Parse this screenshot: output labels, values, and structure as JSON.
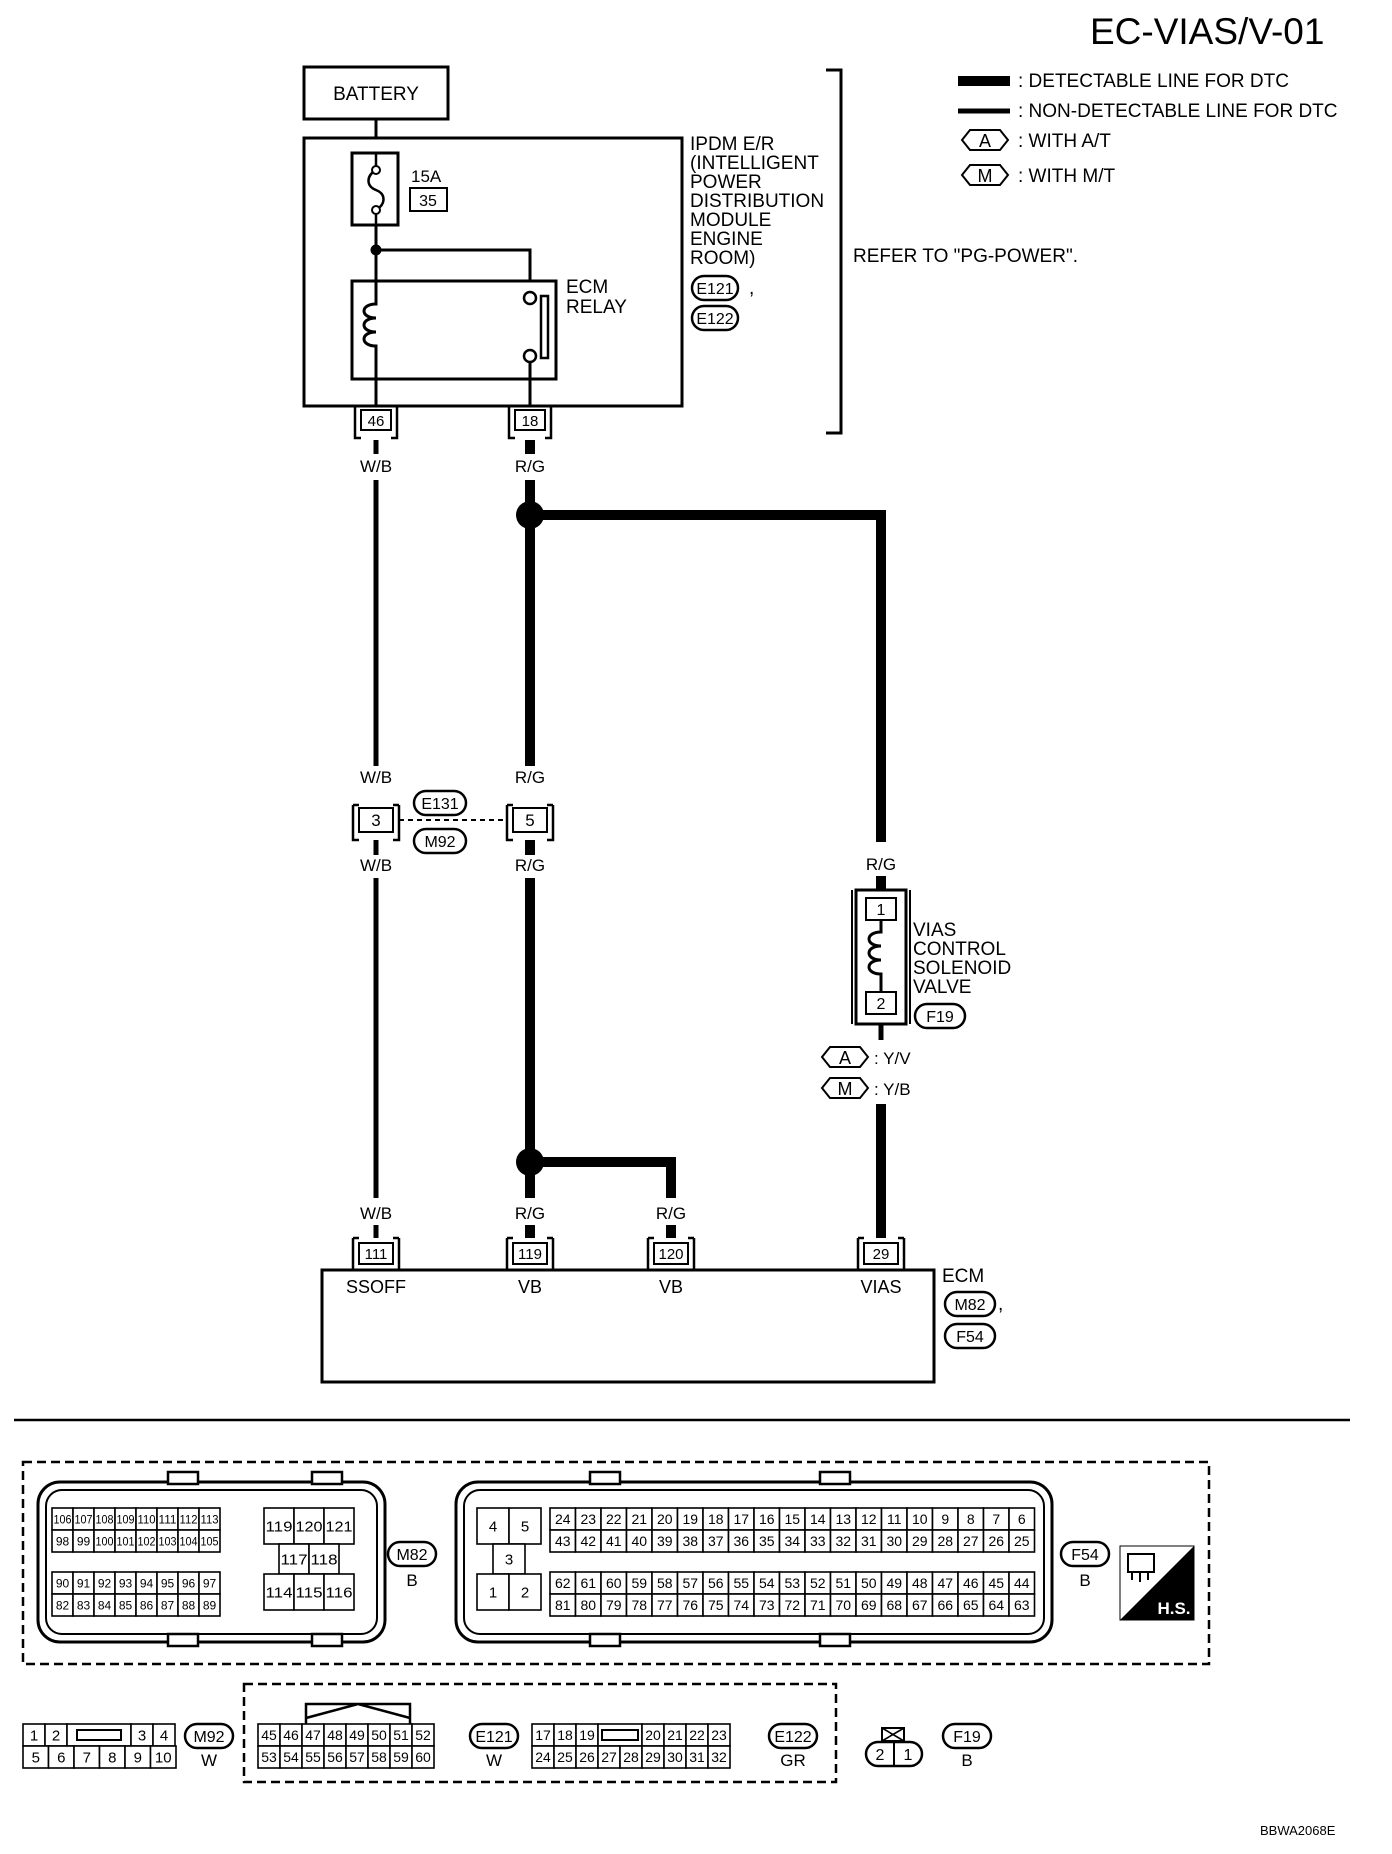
{
  "page_code": "EC-VIAS/V-01",
  "figure_id": "BBWA2068E",
  "legend": {
    "detectable": ": DETECTABLE LINE FOR DTC",
    "non_detectable": ": NON-DETECTABLE LINE FOR DTC",
    "at_symbol": "A",
    "at_label": ": WITH A/T",
    "mt_symbol": "M",
    "mt_label": ": WITH M/T"
  },
  "battery": "BATTERY",
  "fuse": {
    "amp": "15A",
    "num": "35"
  },
  "ipdm": {
    "lines": [
      "IPDM E/R",
      "(INTELLIGENT",
      "POWER",
      "DISTRIBUTION",
      "MODULE",
      "ENGINE",
      "ROOM)"
    ],
    "conn1": "E121",
    "comma": ",",
    "conn2": "E122"
  },
  "refer": "REFER TO \"PG-POWER\".",
  "ecm_relay": [
    "ECM",
    "RELAY"
  ],
  "ipdm_terminals": {
    "t46": "46",
    "t18": "18"
  },
  "wires": {
    "wb": "W/B",
    "rg": "R/G",
    "yv": ": Y/V",
    "yb": ": Y/B"
  },
  "joint": {
    "t3": "3",
    "t5": "5",
    "conn1": "E131",
    "conn2": "M92"
  },
  "vias_valve": {
    "lines": [
      "VIAS",
      "CONTROL",
      "SOLENOID",
      "VALVE"
    ],
    "t1": "1",
    "t2": "2",
    "conn": "F19"
  },
  "ecm": {
    "label": "ECM",
    "conn1": "M82",
    "comma": ",",
    "conn2": "F54",
    "terminals": [
      {
        "num": "111",
        "name": "SSOFF"
      },
      {
        "num": "119",
        "name": "VB"
      },
      {
        "num": "120",
        "name": "VB"
      },
      {
        "num": "29",
        "name": "VIAS"
      }
    ]
  },
  "connectors": {
    "m82": {
      "id": "M82",
      "color": "B",
      "rows_a": [
        [
          "106",
          "107",
          "108",
          "109",
          "110",
          "111",
          "112",
          "113"
        ],
        [
          "98",
          "99",
          "100",
          "101",
          "102",
          "103",
          "104",
          "105"
        ]
      ],
      "rows_b": [
        [
          "90",
          "91",
          "92",
          "93",
          "94",
          "95",
          "96",
          "97"
        ],
        [
          "82",
          "83",
          "84",
          "85",
          "86",
          "87",
          "88",
          "89"
        ]
      ],
      "mid_top": [
        "119",
        "120",
        "121"
      ],
      "mid_center": [
        "117",
        "118"
      ],
      "mid_bottom": [
        "114",
        "115",
        "116"
      ]
    },
    "f54": {
      "id": "F54",
      "color": "B",
      "left": [
        "4",
        "5",
        "3",
        "1",
        "2"
      ],
      "rows": [
        [
          "24",
          "23",
          "22",
          "21",
          "20",
          "19",
          "18",
          "17",
          "16",
          "15",
          "14",
          "13",
          "12",
          "11",
          "10",
          "9",
          "8",
          "7",
          "6"
        ],
        [
          "43",
          "42",
          "41",
          "40",
          "39",
          "38",
          "37",
          "36",
          "35",
          "34",
          "33",
          "32",
          "31",
          "30",
          "29",
          "28",
          "27",
          "26",
          "25"
        ],
        [
          "62",
          "61",
          "60",
          "59",
          "58",
          "57",
          "56",
          "55",
          "54",
          "53",
          "52",
          "51",
          "50",
          "49",
          "48",
          "47",
          "46",
          "45",
          "44"
        ],
        [
          "81",
          "80",
          "79",
          "78",
          "77",
          "76",
          "75",
          "74",
          "73",
          "72",
          "71",
          "70",
          "69",
          "68",
          "67",
          "66",
          "65",
          "64",
          "63"
        ]
      ]
    },
    "hs_label": "H.S.",
    "m92": {
      "id": "M92",
      "color": "W",
      "top": [
        "1",
        "2",
        "3",
        "4"
      ],
      "bottom": [
        "5",
        "6",
        "7",
        "8",
        "9",
        "10"
      ]
    },
    "e121": {
      "id": "E121",
      "color": "W",
      "top": [
        "45",
        "46",
        "47",
        "48",
        "49",
        "50",
        "51",
        "52"
      ],
      "bottom": [
        "53",
        "54",
        "55",
        "56",
        "57",
        "58",
        "59",
        "60"
      ]
    },
    "e122": {
      "id": "E122",
      "color": "GR",
      "top": [
        "17",
        "18",
        "19",
        "20",
        "21",
        "22",
        "23"
      ],
      "bottom": [
        "24",
        "25",
        "26",
        "27",
        "28",
        "29",
        "30",
        "31",
        "32"
      ]
    },
    "f19": {
      "id": "F19",
      "color": "B",
      "pins": [
        "2",
        "1"
      ]
    }
  }
}
